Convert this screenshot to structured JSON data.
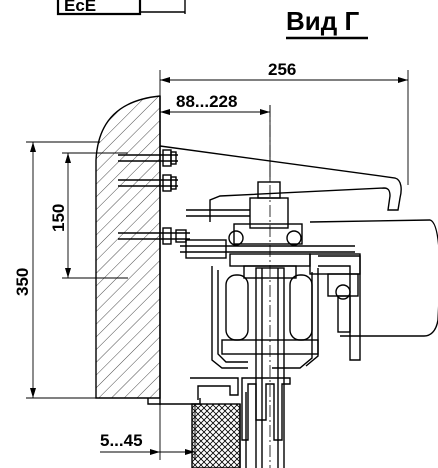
{
  "view_title": "Вид Г",
  "top_left_label": "ЕсЕ",
  "dimensions": {
    "overall_width": "256",
    "offset_range": "88...228",
    "bolt_spacing": "150",
    "overall_height": "350",
    "gap_range": "5...45"
  }
}
